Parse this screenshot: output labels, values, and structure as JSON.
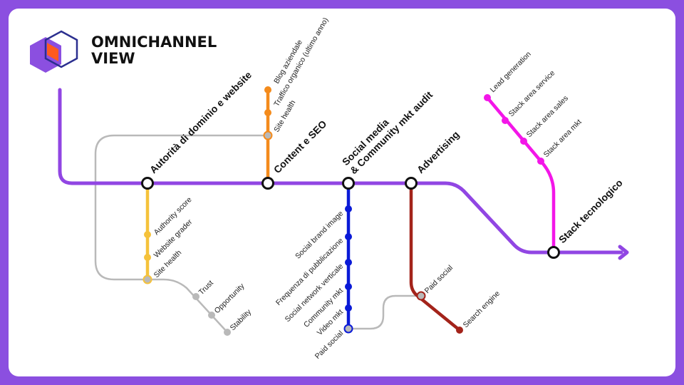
{
  "brand": {
    "line1": "OMNICHANNEL",
    "line2": "VIEW"
  },
  "colors": {
    "frame": "#8b4fe0",
    "main_line": "#9146e3",
    "gray_line": "#b9b9b9",
    "yellow_line": "#f5c23b",
    "orange_line": "#f48b1c",
    "blue_line": "#0a1ad7",
    "red_line": "#a3231a",
    "magenta_line": "#f316e8",
    "logo_purple": "#8b4fe0",
    "logo_orange": "#ff5a1f",
    "logo_navy": "#2b2f8f"
  },
  "stations": {
    "authority": "Autorità di dominio e website",
    "content": "Content e SEO",
    "social_line1": "Social media",
    "social_line2": "& Community mkt audit",
    "advertising": "Advertising",
    "stack": "Stack tecnologico"
  },
  "yellow_stops": [
    "Authority score",
    "Website grader",
    "Site health"
  ],
  "gray_stops": [
    "Trust",
    "Opportunity",
    "Stability"
  ],
  "orange_stops": [
    "Blog aziendale",
    "Traffico organico (ultimo anno)",
    "Site health"
  ],
  "blue_stops": [
    "Social brand image",
    "Frequenza di pubblicazione",
    "Social network verticale",
    "Community mkt",
    "Video mkt",
    "Paid social"
  ],
  "red_stops": [
    "Paid social",
    "Search engine"
  ],
  "magenta_stops": [
    "Lead generation",
    "Stack area service",
    "Stack area sales",
    "Stack area mkt"
  ]
}
